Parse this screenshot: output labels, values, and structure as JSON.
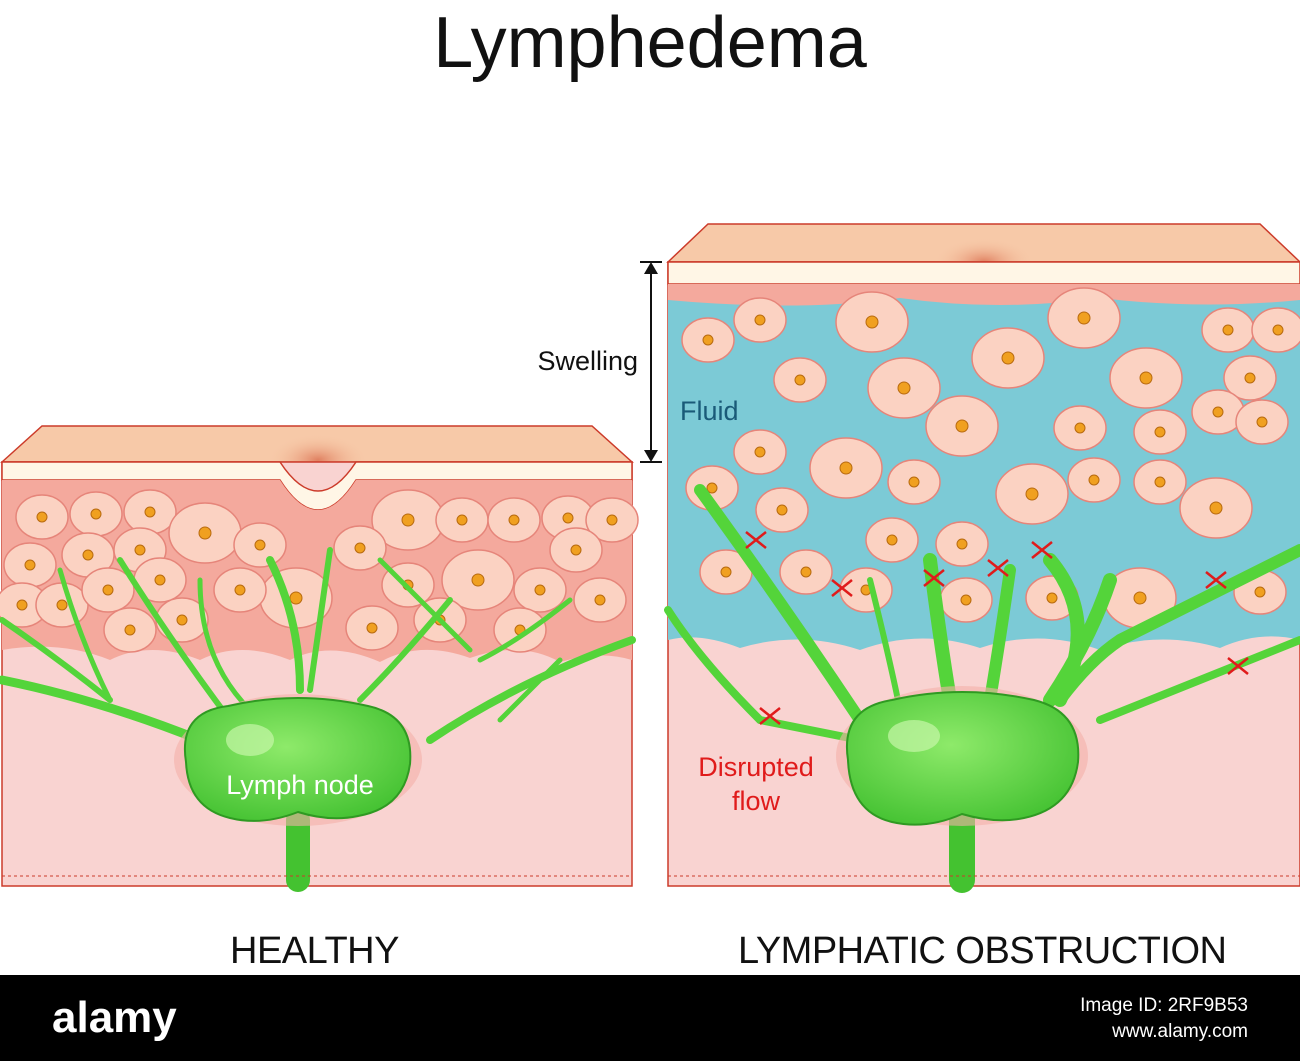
{
  "title": "Lymphedema",
  "panels": {
    "healthy": {
      "caption": "HEALTHY",
      "node_label": "Lymph node"
    },
    "obstruction": {
      "caption": "LYMPHATIC OBSTRUCTION",
      "swelling_label": "Swelling",
      "fluid_label": "Fluid",
      "disrupted_label_line1": "Disrupted",
      "disrupted_label_line2": "flow"
    }
  },
  "footer": {
    "logo": "alamy",
    "image_id_label": "Image ID: 2RF9B53",
    "url": "www.alamy.com"
  },
  "colors": {
    "skin_top": "#f7c9a8",
    "epidermis_white": "#fff6e6",
    "tissue_pink": "#f9d3d1",
    "cell_fill": "#fbd2c2",
    "cell_nucleus": "#f0a020",
    "lymph_green": "#54d43a",
    "fluid_blue": "#7ccad6",
    "disrupted_red": "#e01b1b"
  }
}
